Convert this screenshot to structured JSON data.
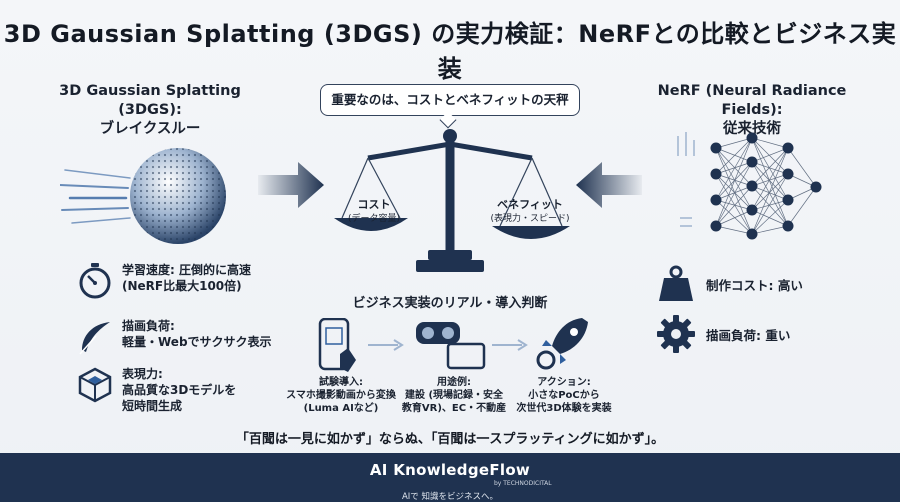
{
  "title": "3D Gaussian Splatting (3DGS) の実力検証：NeRFとの比較とビジネス実装",
  "left": {
    "heading_line1": "3D Gaussian Splatting (3DGS):",
    "heading_line2": "ブレイクスルー",
    "features": [
      {
        "icon": "stopwatch-icon",
        "line1": "学習速度: 圧倒的に高速",
        "line2": "(NeRF比最大100倍)"
      },
      {
        "icon": "feather-icon",
        "line1": "描画負荷:",
        "line2": "軽量・Webでサクサク表示"
      },
      {
        "icon": "cube-icon",
        "line1": "表現力:",
        "line2": "高品質な3Dモデルを",
        "line3": "短時間生成"
      }
    ]
  },
  "right": {
    "heading_line1": "NeRF (Neural Radiance Fields):",
    "heading_line2": "従来技術",
    "features": [
      {
        "icon": "weight-icon",
        "text": "制作コスト: 高い"
      },
      {
        "icon": "gear-icon",
        "text": "描画負荷: 重い"
      }
    ]
  },
  "center": {
    "callout": "重要なのは、コストとベネフィットの天秤",
    "left_pan": {
      "label": "コスト",
      "sub": "(データ容量)"
    },
    "right_pan": {
      "label": "ベネフィット",
      "sub": "(表現力・スピード)"
    }
  },
  "flow": {
    "title": "ビジネス実装のリアル・導入判断",
    "steps": [
      {
        "icon": "smartphone-icon",
        "line1": "試験導入:",
        "line2": "スマホ撮影動画から変換",
        "line3": "(Luma AIなど)"
      },
      {
        "icon": "vr-headset-icon",
        "line1": "用途例:",
        "line2": "建設 (現場記録・安全",
        "line3": "教育VR)、EC・不動産"
      },
      {
        "icon": "rocket-icon",
        "line1": "アクション:",
        "line2": "小さなPoCから",
        "line3": "次世代3D体験を実装"
      }
    ]
  },
  "quote": "「百聞は一見に如かず」ならぬ、「百聞は一スプラッティングに如かず」。",
  "footer": {
    "brand": "AI KnowledgeFlow",
    "by": "by TECHNODICITAL",
    "tagline": "AIで 知識をビジネスへ。"
  },
  "colors": {
    "navy": "#1f3250",
    "accent": "#2f5f9e",
    "light_blue": "#9fb4cf"
  }
}
